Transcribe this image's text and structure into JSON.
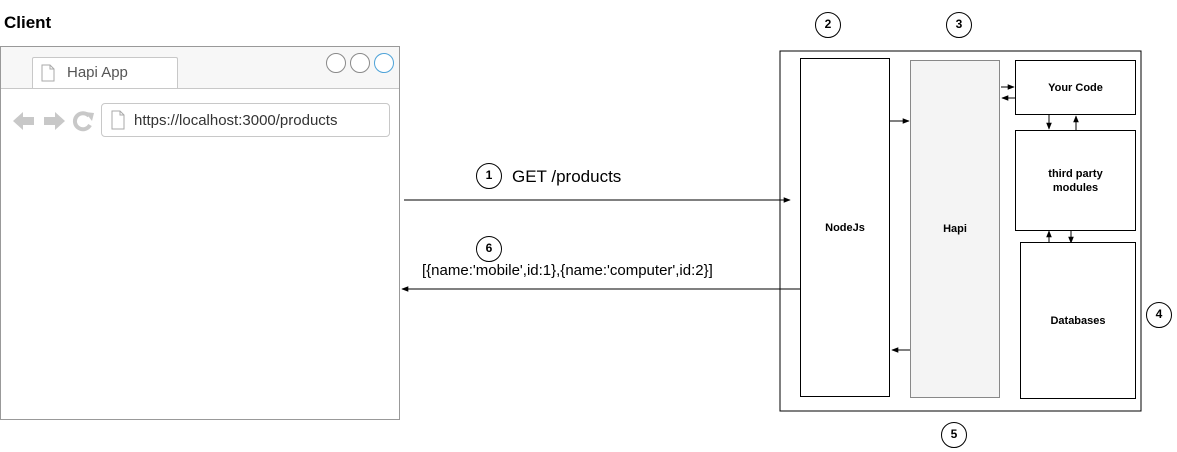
{
  "client": {
    "title": "Client"
  },
  "browser": {
    "tab_label": "Hapi App",
    "url": "https://localhost:3000/products"
  },
  "steps": {
    "request": {
      "number": "1",
      "label": "GET /products"
    },
    "nodejs_num": "2",
    "hapi_num": "3",
    "stack_num": "4",
    "server_num": "5",
    "response": {
      "number": "6",
      "label": "[{name:'mobile',id:1},{name:'computer',id:2}]"
    }
  },
  "server": {
    "nodejs_label": "NodeJs",
    "hapi_label": "Hapi",
    "your_code_label": "Your Code",
    "third_party_label": "third party modules",
    "databases_label": "Databases"
  },
  "colors": {
    "hapi_fill": "#f4f4f4",
    "browser_chrome": "#f7f7f7",
    "nav_icon": "#c8c8c8",
    "window_button_active": "#4fa3d8"
  }
}
